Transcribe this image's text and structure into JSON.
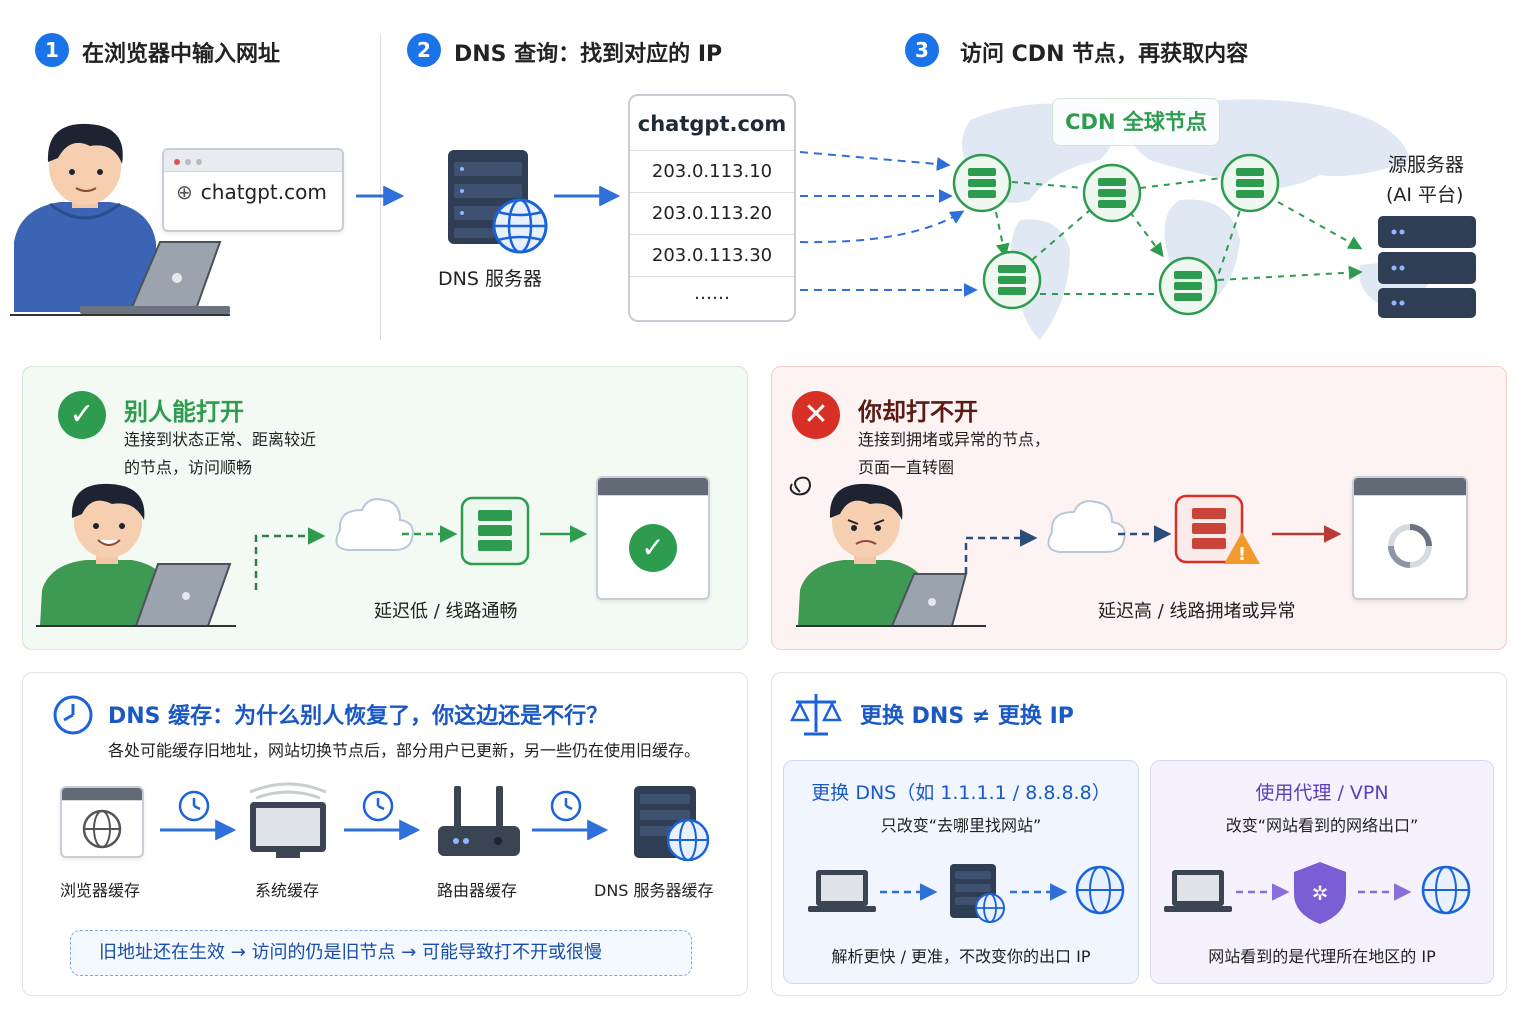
{
  "steps": [
    {
      "num": "1",
      "title": "在浏览器中输入网址"
    },
    {
      "num": "2",
      "title": "DNS 查询：找到对应的 IP"
    },
    {
      "num": "3",
      "title": "访问 CDN 节点，再获取内容"
    }
  ],
  "browser_url": "chatgpt.com",
  "dns_server_label": "DNS 服务器",
  "dns_records": {
    "domain": "chatgpt.com",
    "ips": [
      "203.0.113.10",
      "203.0.113.20",
      "203.0.113.30"
    ],
    "more": "……"
  },
  "cdn": {
    "label": "CDN 全球节点",
    "origin_line1": "源服务器",
    "origin_line2": "(AI 平台)"
  },
  "others_ok": {
    "title": "别人能打开",
    "desc_line1": "连接到状态正常、距离较近",
    "desc_line2": "的节点，访问顺畅",
    "caption": "延迟低 / 线路通畅"
  },
  "you_fail": {
    "title": "你却打不开",
    "desc_line1": "连接到拥堵或异常的节点，",
    "desc_line2": "页面一直转圈",
    "caption": "延迟高 / 线路拥堵或异常"
  },
  "dns_cache": {
    "title": "DNS 缓存：为什么别人恢复了，你这边还是不行？",
    "desc": "各处可能缓存旧地址，网站切换节点后，部分用户已更新，另一些仍在使用旧缓存。",
    "items": [
      "浏览器缓存",
      "系统缓存",
      "路由器缓存",
      "DNS 服务器缓存"
    ],
    "chain": "旧地址还在生效 → 访问的仍是旧节点 → 可能导致打不开或很慢"
  },
  "dns_vs_ip": {
    "title": "更换 DNS ≠ 更换 IP",
    "left": {
      "title": "更换 DNS（如 1.1.1.1 / 8.8.8.8）",
      "subtitle": "只改变“去哪里找网站”",
      "caption": "解析更快 / 更准，不改变你的出口 IP"
    },
    "right": {
      "title": "使用代理 / VPN",
      "subtitle": "改变“网站看到的网络出口”",
      "caption": "网站看到的是代理所在地区的 IP"
    }
  },
  "colors": {
    "blue": "#1a73e8",
    "green": "#2e9c4f",
    "red": "#d93025",
    "purple": "#6b4fc9"
  }
}
